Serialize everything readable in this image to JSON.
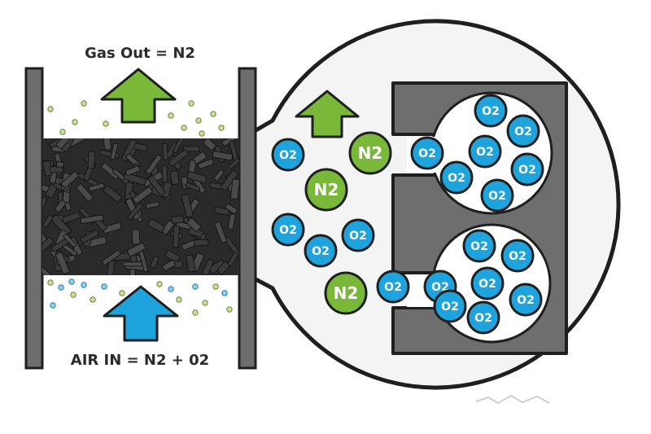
{
  "labels": {
    "gas_out": "Gas Out = N2",
    "air_in": "AIR IN = N2 + 02"
  },
  "molecules": {
    "oxygen": "O2",
    "nitrogen": "N2"
  },
  "colors": {
    "oxygen_fill": "#1ea3dc",
    "nitrogen_fill": "#7ab83a",
    "arrow_out": "#7ab83a",
    "arrow_in": "#1ea3dc",
    "sieve_gray": "#6e6e6e",
    "carbon_dark": "#3a3a3a",
    "outline": "#1f1f1f"
  },
  "icons": {
    "arrow_up_out": "arrow-up-icon",
    "arrow_up_in": "arrow-up-icon"
  }
}
